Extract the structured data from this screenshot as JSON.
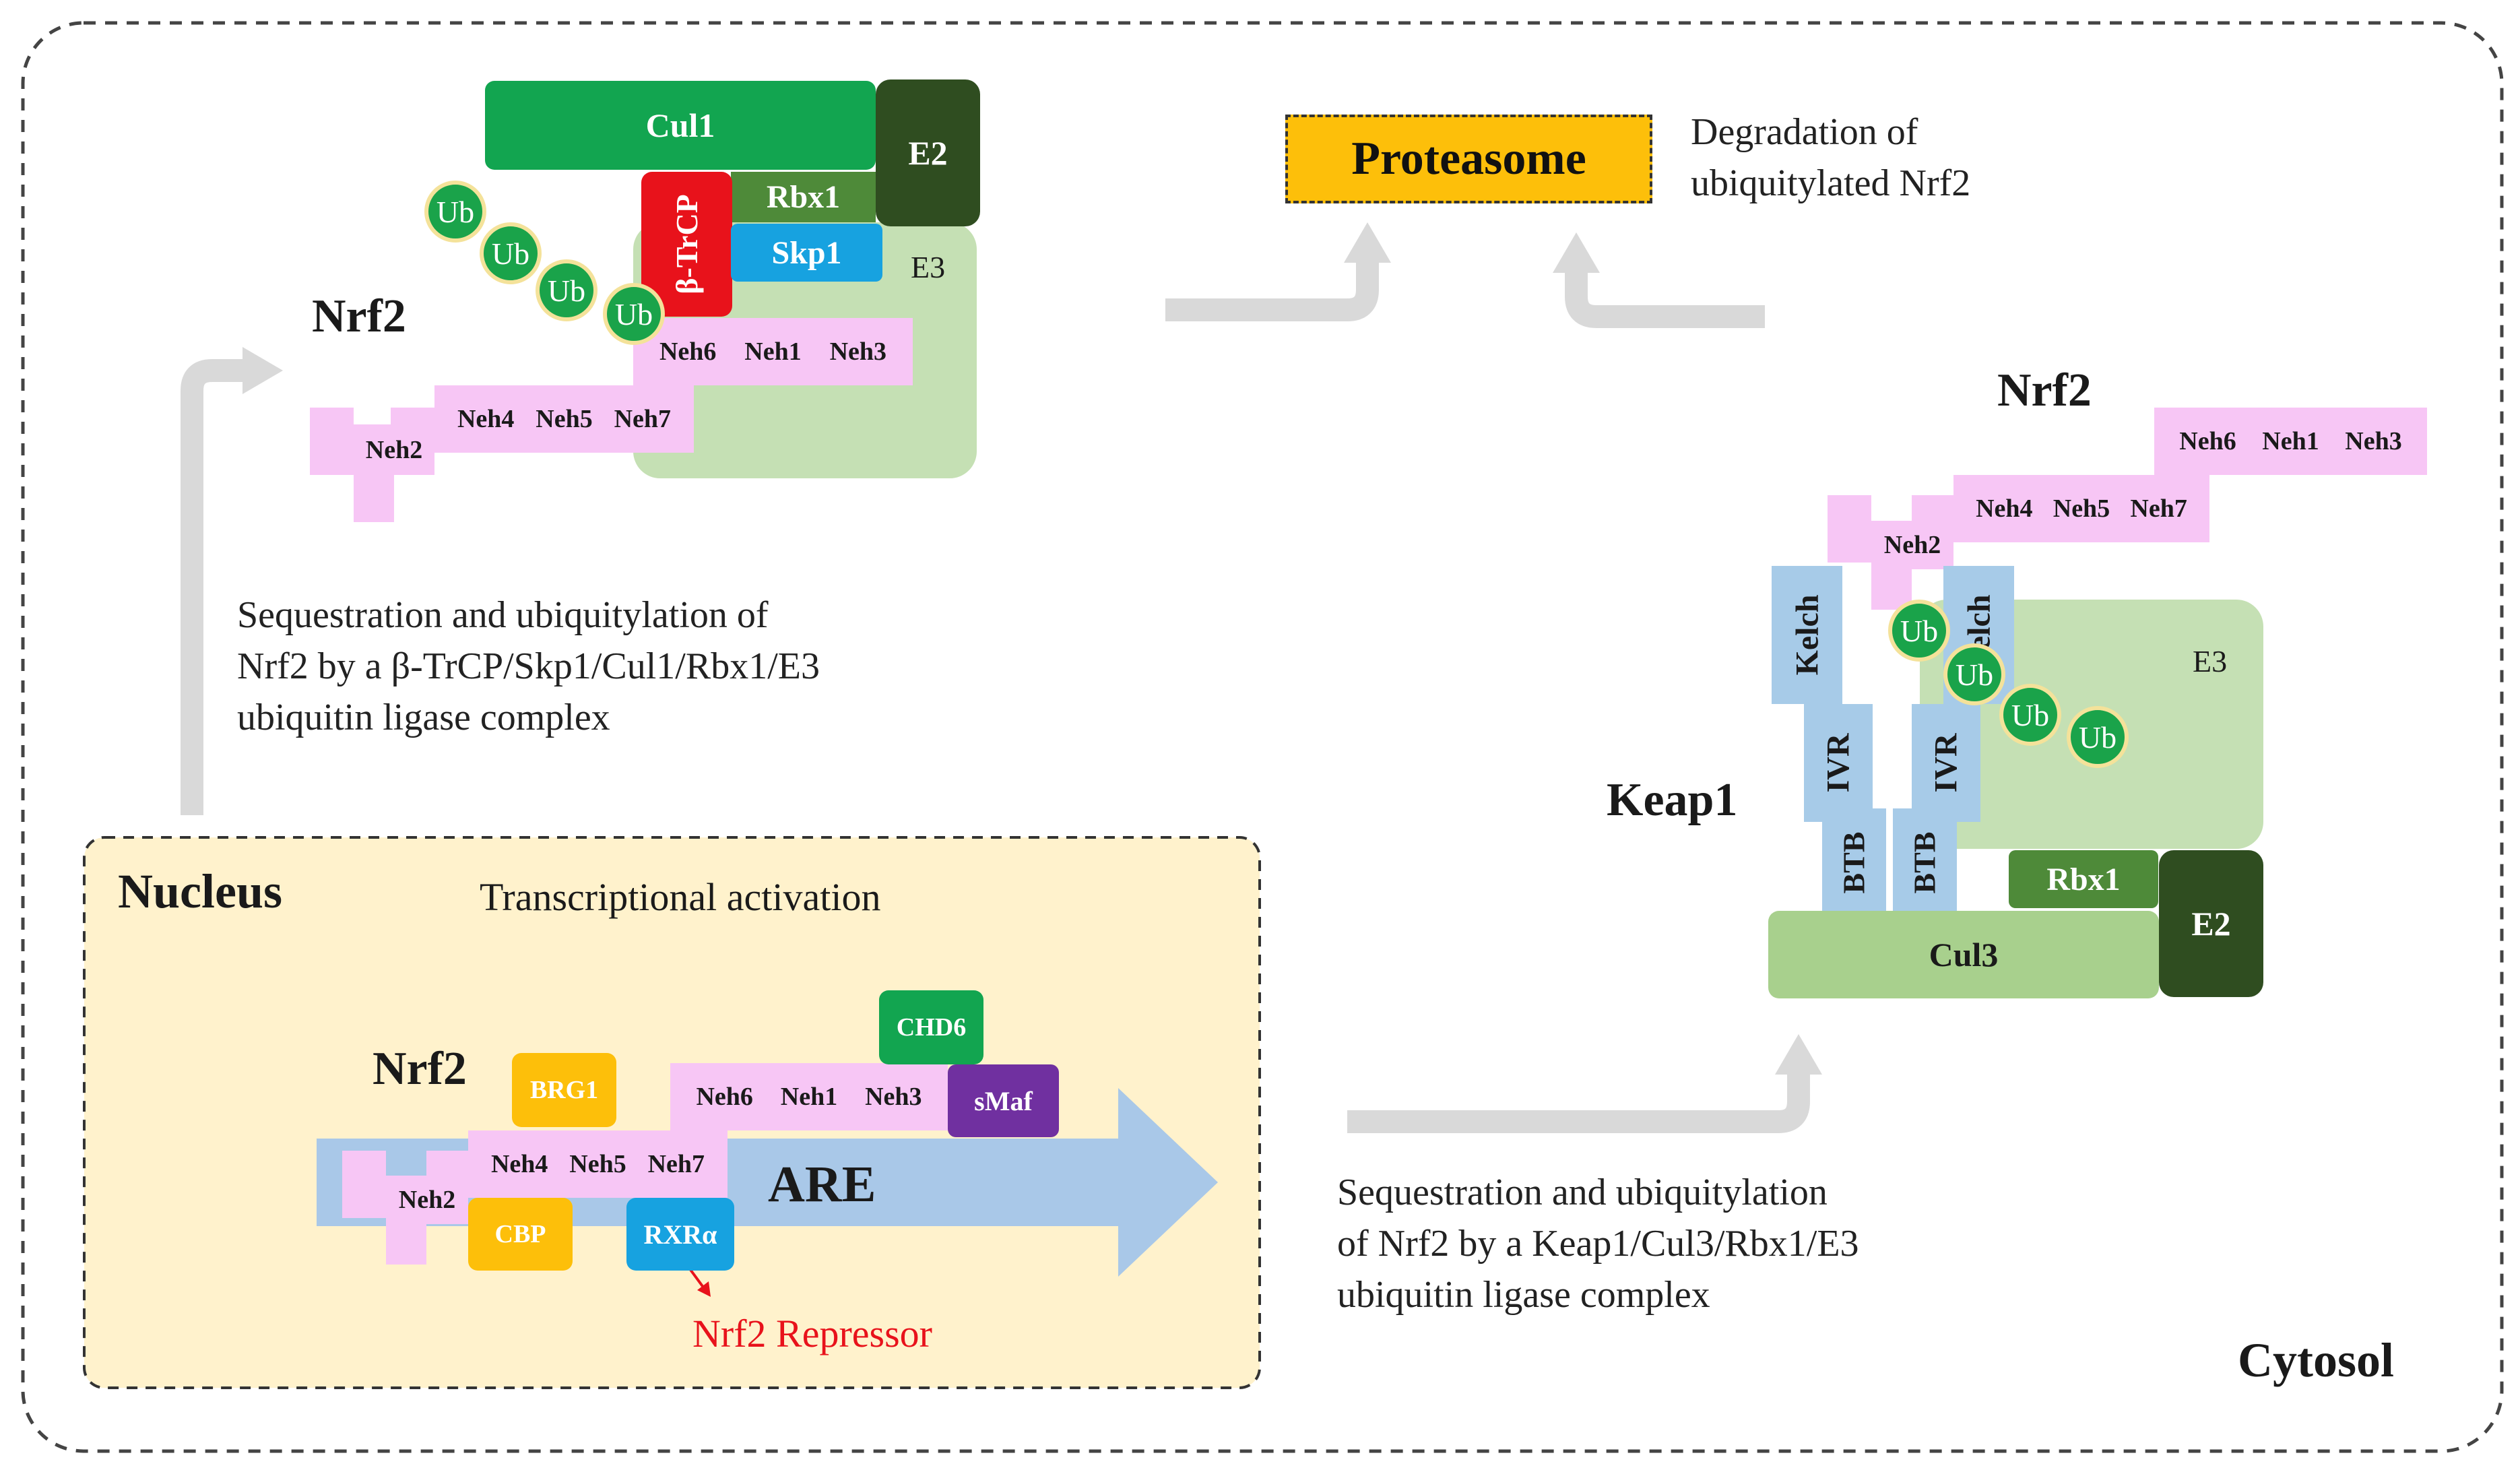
{
  "compartments": {
    "cytosol": "Cytosol",
    "nucleus": "Nucleus"
  },
  "top_complex": {
    "nrf2_label": "Nrf2",
    "cul1": "Cul1",
    "e2": "E2",
    "rbx1": "Rbx1",
    "btrcp": "β-TrCP",
    "skp1": "Skp1",
    "e3": "E3",
    "ub": "Ub",
    "neh6": "Neh6",
    "neh1": "Neh1",
    "neh3": "Neh3",
    "neh4": "Neh4",
    "neh5": "Neh5",
    "neh7": "Neh7",
    "neh2": "Neh2",
    "caption_lines": [
      "Sequestration and ubiquitylation of",
      "Nrf2 by a β-TrCP/Skp1/Cul1/Rbx1/E3",
      "ubiquitin ligase complex"
    ]
  },
  "proteasome": {
    "label": "Proteasome",
    "note_lines": [
      "Degradation of",
      "ubiquitylated Nrf2"
    ]
  },
  "right_complex": {
    "nrf2_label": "Nrf2",
    "keap1_label": "Keap1",
    "neh6": "Neh6",
    "neh1": "Neh1",
    "neh3": "Neh3",
    "neh4": "Neh4",
    "neh5": "Neh5",
    "neh7": "Neh7",
    "neh2": "Neh2",
    "kelch": "Kelch",
    "ivr": "IVR",
    "btb": "BTB",
    "e3": "E3",
    "ub": "Ub",
    "rbx1": "Rbx1",
    "e2": "E2",
    "cul3": "Cul3",
    "caption_lines": [
      "Sequestration and ubiquitylation",
      "of Nrf2  by a Keap1/Cul3/Rbx1/E3",
      "ubiquitin ligase complex"
    ]
  },
  "nucleus_panel": {
    "title": "Transcriptional activation",
    "nrf2_label": "Nrf2",
    "brg1": "BRG1",
    "chd6": "CHD6",
    "smaf": "sMaf",
    "cbp": "CBP",
    "rxra": "RXRα",
    "are": "ARE",
    "neh6": "Neh6",
    "neh1": "Neh1",
    "neh3": "Neh3",
    "neh4": "Neh4",
    "neh5": "Neh5",
    "neh7": "Neh7",
    "neh2": "Neh2",
    "repressor": "Nrf2 Repressor"
  },
  "colors": {
    "cul_green": "#12a550",
    "dark_green": "#2f4d20",
    "mid_green": "#4e8a39",
    "light_green": "#c5e0b4",
    "cul3_green": "#a8d08d",
    "red": "#e8121b",
    "blue": "#17a2e0",
    "light_blue": "#a7cbe8",
    "pink": "#f7c6f5",
    "orange": "#fdbf0a",
    "purple": "#7030a0",
    "nucleus_bg": "#fff2cc",
    "repressor_red": "#e8121b"
  }
}
